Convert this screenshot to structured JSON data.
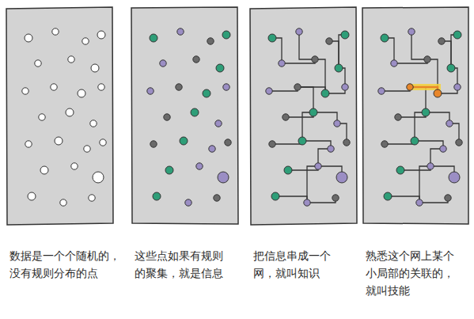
{
  "diagram": {
    "labels": [
      "数据是一个个随机的， 没有规则分布的点",
      "这些点如果有规则 的聚集，就是信息",
      "把信息串成一个 网，就叫知识",
      "熟悉这个网上某个 小局部的关联的， 就叫技能"
    ]
  }
}
